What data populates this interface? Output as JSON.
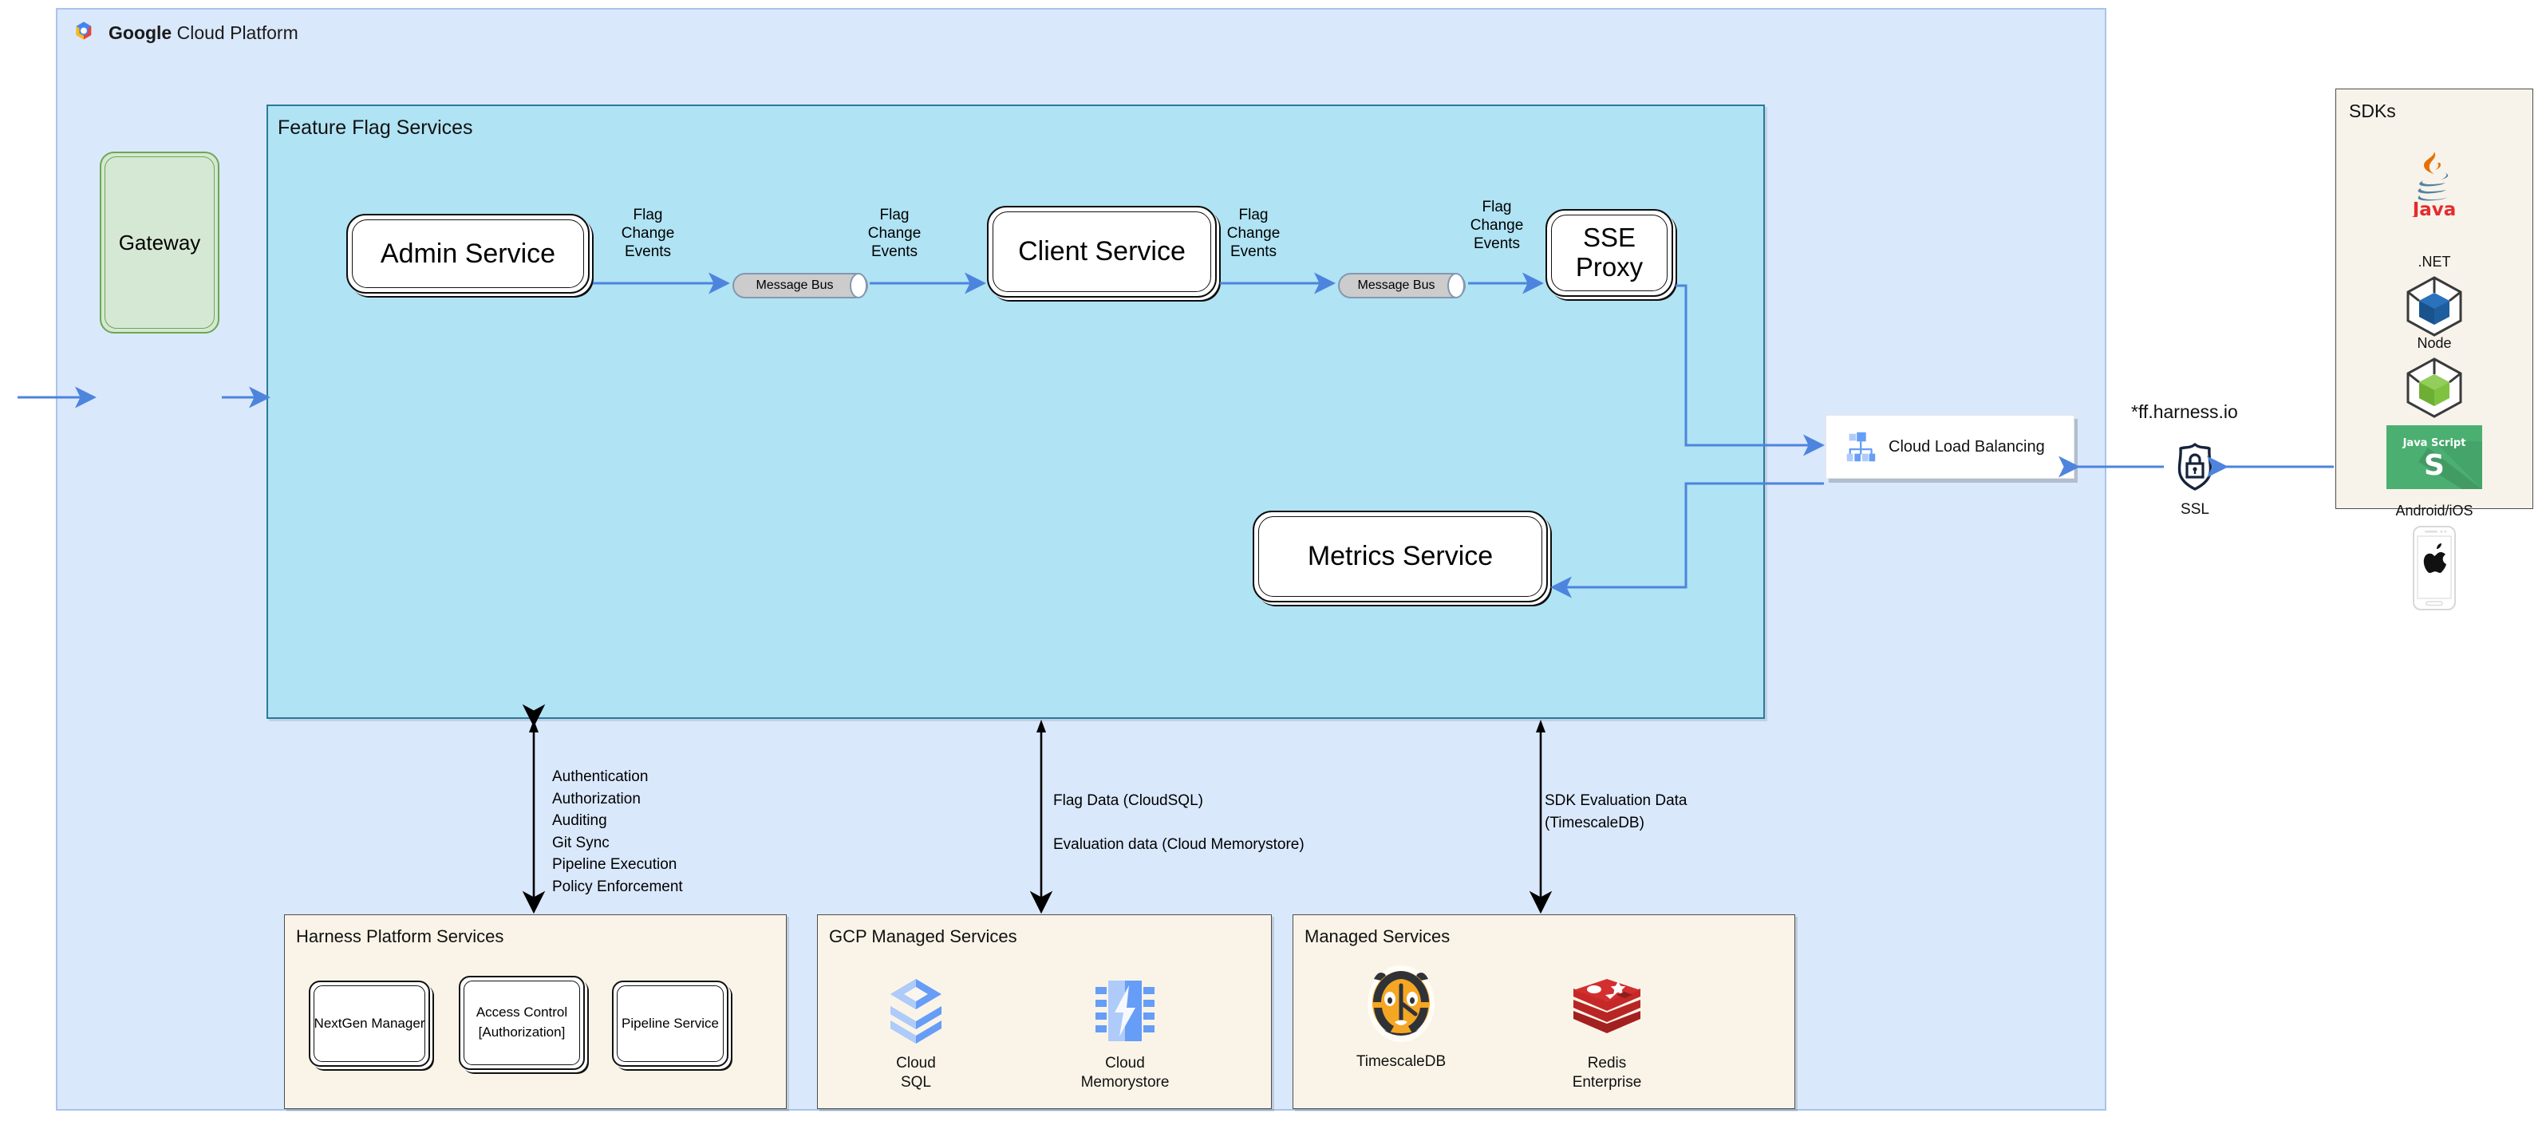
{
  "gcp": {
    "title_bold": "Google",
    "title_rest": " Cloud Platform",
    "logo_icon": "google-cloud-logo"
  },
  "feature_flag_services": {
    "title": "Feature Flag Services",
    "services": {
      "admin": "Admin Service",
      "client": "Client Service",
      "sse_proxy": "SSE\nProxy",
      "metrics": "Metrics Service"
    },
    "message_bus": {
      "label_1": "Message Bus",
      "label_2": "Message Bus"
    },
    "edge_labels": {
      "admin_to_bus": "Flag\nChange\nEvents",
      "bus_to_client": "Flag\nChange\nEvents",
      "client_to_bus2": "Flag\nChange\nEvents",
      "bus2_to_sse": "Flag\nChange\nEvents"
    }
  },
  "gateway": {
    "label": "Gateway"
  },
  "load_balancer": {
    "label": "Cloud Load Balancing",
    "icon": "cloud-load-balancing-icon"
  },
  "ssl": {
    "domain": "*ff.harness.io",
    "label": "SSL",
    "icon": "ssl-shield-lock-icon"
  },
  "sdks": {
    "title": "SDKs",
    "items": [
      {
        "name": "",
        "icon": "java-logo",
        "label_position": "below-art",
        "caption": "Java"
      },
      {
        "name": ".NET",
        "icon": "dotnet-cube-icon"
      },
      {
        "name": "Node",
        "icon": "node-cube-icon"
      },
      {
        "name": "",
        "icon": "javascript-logo",
        "caption": "Java Script"
      },
      {
        "name": "Android/iOS",
        "icon": "mobile-apple-icon"
      }
    ]
  },
  "bottom_panels": {
    "harness": {
      "title": "Harness Platform Services",
      "boxes": [
        "NextGen Manager",
        "Access Control\n[Authorization]",
        "Pipeline Service"
      ]
    },
    "gcp_managed": {
      "title": "GCP Managed Services",
      "items": [
        {
          "icon": "cloud-sql-icon",
          "caption": "Cloud\nSQL"
        },
        {
          "icon": "cloud-memorystore-icon",
          "caption": "Cloud\nMemorystore"
        }
      ]
    },
    "managed": {
      "title": "Managed Services",
      "items": [
        {
          "icon": "timescaledb-tiger-icon",
          "caption": "TimescaleDB"
        },
        {
          "icon": "redis-logo-icon",
          "caption": "Redis\nEnterprise"
        }
      ]
    }
  },
  "annotations": {
    "harness_link": "Authentication\nAuthorization\nAuditing\nGit Sync\nPipeline Execution\nPolicy Enforcement",
    "gcp_link_line1": "Flag Data (CloudSQL)",
    "gcp_link_line2": "Evaluation data (Cloud Memorystore)",
    "managed_link": "SDK Evaluation Data\n(TimescaleDB)"
  },
  "colors": {
    "gcp_panel": "#dae8fc",
    "ffs_panel": "#b0e3f4",
    "gateway": "#d5e8d4",
    "cream_panel": "#faf4e8",
    "arrow_blue": "#4d84dd",
    "arrow_black": "#000000"
  }
}
